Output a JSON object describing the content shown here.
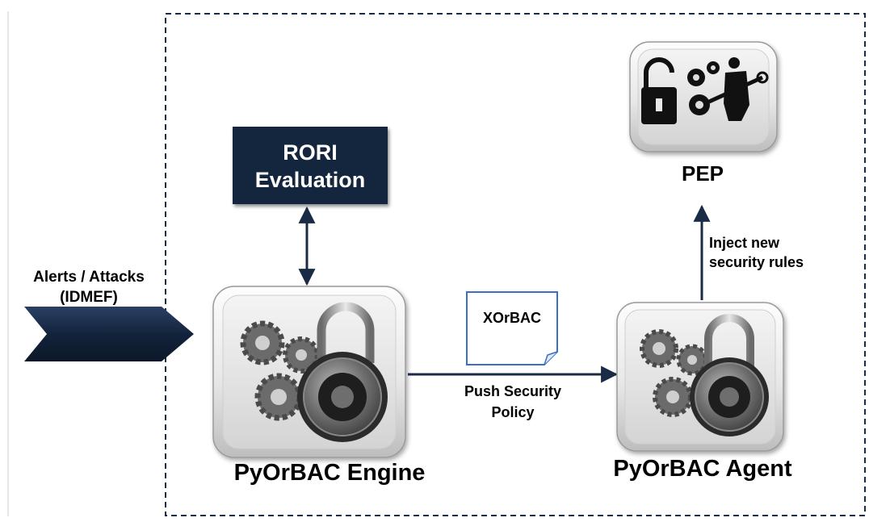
{
  "diagram": {
    "input": {
      "line1": "Alerts / Attacks",
      "line2": "(IDMEF)"
    },
    "rori": {
      "line1": "RORI",
      "line2": "Evaluation"
    },
    "engine": {
      "label": "PyOrBAC Engine",
      "icon": "gears-combination-lock-icon"
    },
    "agent": {
      "label": "PyOrBAC Agent",
      "icon": "gears-combination-lock-icon"
    },
    "pep": {
      "label": "PEP",
      "icon": "padlock-gears-worker-icon"
    },
    "policy_doc": {
      "label": "XOrBAC",
      "icon": "document-icon"
    },
    "push_edge": {
      "line1": "Push Security",
      "line2": "Policy"
    },
    "inject_edge": {
      "line1": "Inject new",
      "line2": "security rules"
    },
    "colors": {
      "navy": "#14263e",
      "arrow": "#1a2b45",
      "doc_border": "#3b6fc4"
    }
  }
}
